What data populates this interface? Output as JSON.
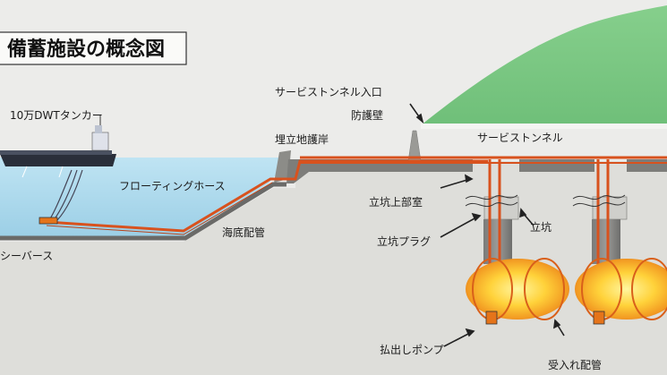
{
  "title": "備蓄施設の概念図",
  "labels": {
    "tanker": "10万DWTタンカー",
    "floating_hose": "フローティングホース",
    "sea_berth": "シーバース",
    "seabed_pipe": "海底配管",
    "reclaimed_seawall": "埋立地護岸",
    "protective_wall": "防護壁",
    "service_tunnel_entrance": "サービストンネル入口",
    "service_tunnel": "サービストンネル",
    "shaft_upper_chamber": "立坑上部室",
    "shaft_plug": "立坑プラグ",
    "shaft": "立坑",
    "discharge_pump": "払出しポンプ",
    "receiving_pipe": "受入れ配管"
  },
  "colors": {
    "background": "#ececea",
    "hill": "#7fc987",
    "sea": "#a8d8ec",
    "ground": "#dcdcd8",
    "pipe": "#d8521e",
    "tank_core": "#ffe04a",
    "tank_edge": "#e5741a"
  }
}
